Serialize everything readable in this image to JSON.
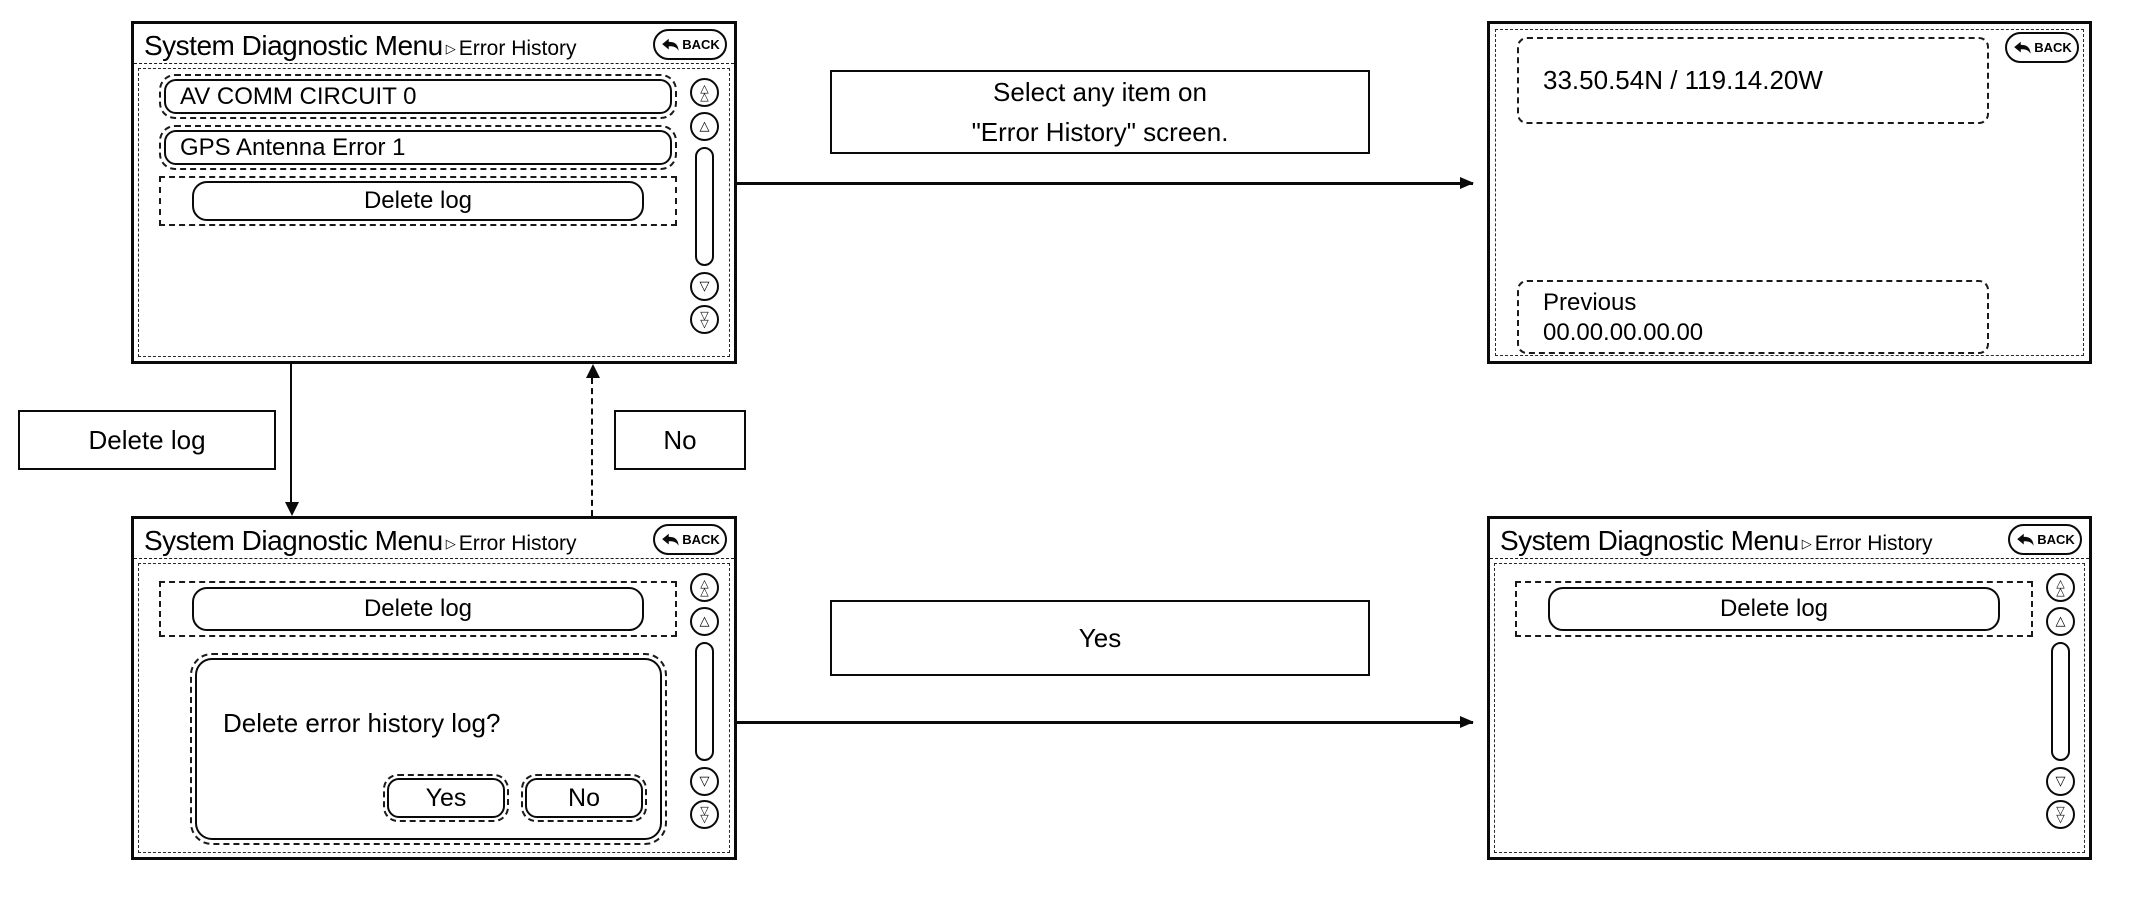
{
  "colors": {
    "line": "#000000",
    "background": "#ffffff"
  },
  "icons": {
    "triangle_up": "△",
    "triangle_down": "▽",
    "breadcrumb_arrow": "▷",
    "back_arrow": "undo-arrow"
  },
  "screens": {
    "error_history": {
      "title": "System Diagnostic Menu",
      "subtitle": "Error History",
      "back_label": "BACK",
      "items": [
        "AV COMM CIRCUIT 0",
        "GPS Antenna Error 1"
      ],
      "delete_button": "Delete log"
    },
    "coordinate_detail": {
      "back_label": "BACK",
      "coordinate": "33.50.54N / 119.14.20W",
      "previous_label": "Previous",
      "previous_value": "00.00.00.00.00"
    },
    "delete_confirm": {
      "title": "System Diagnostic Menu",
      "subtitle": "Error History",
      "back_label": "BACK",
      "delete_button": "Delete log",
      "dialog": {
        "message": "Delete error history log?",
        "yes": "Yes",
        "no": "No"
      }
    },
    "after_delete": {
      "title": "System Diagnostic Menu",
      "subtitle": "Error History",
      "back_label": "BACK",
      "delete_button": "Delete log"
    }
  },
  "flow": {
    "select_item_note_line1": "Select any item on",
    "select_item_note_line2": "\"Error History\" screen.",
    "delete_log_label": "Delete log",
    "no_label": "No",
    "yes_label": "Yes"
  }
}
